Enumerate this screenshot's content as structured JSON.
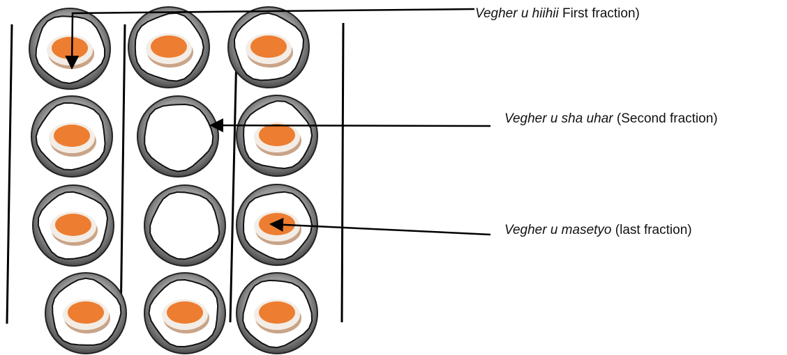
{
  "labels": {
    "first": {
      "local": "Vegher u hiihii",
      "english": " First fraction)"
    },
    "second": {
      "local": "Vegher u sha uhar",
      "english": " (Second fraction)"
    },
    "last": {
      "local": "Vegher u masetyo",
      "english": " (last fraction)"
    }
  },
  "plates": [
    {
      "row": 1,
      "col": 1,
      "filled": true
    },
    {
      "row": 1,
      "col": 2,
      "filled": true
    },
    {
      "row": 1,
      "col": 3,
      "filled": true
    },
    {
      "row": 2,
      "col": 1,
      "filled": true
    },
    {
      "row": 2,
      "col": 2,
      "filled": false
    },
    {
      "row": 2,
      "col": 3,
      "filled": true
    },
    {
      "row": 3,
      "col": 1,
      "filled": true
    },
    {
      "row": 3,
      "col": 2,
      "filled": false
    },
    {
      "row": 3,
      "col": 3,
      "filled": true
    },
    {
      "row": 4,
      "col": 1,
      "filled": true
    },
    {
      "row": 4,
      "col": 2,
      "filled": true
    },
    {
      "row": 4,
      "col": 3,
      "filled": true
    }
  ],
  "colors": {
    "yolk": "#ed7d31",
    "base": "#c9a488",
    "rim": "#555555",
    "white": "#ffffff",
    "line": "#000000"
  }
}
